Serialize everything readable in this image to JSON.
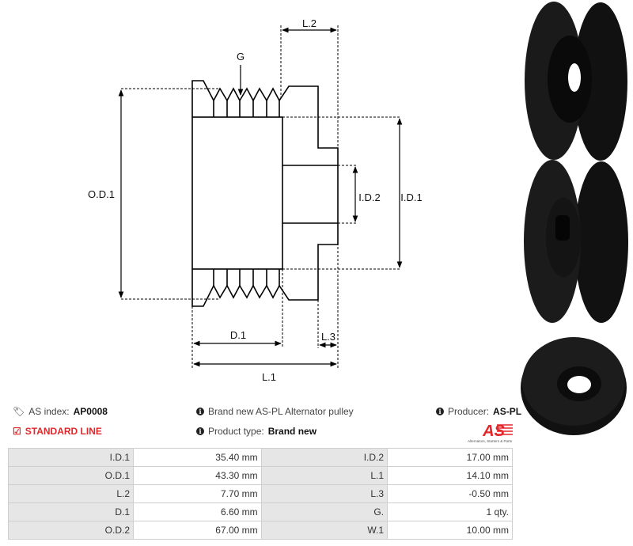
{
  "diagram": {
    "labels": {
      "g": "G",
      "l2": "L.2",
      "od1": "O.D.1",
      "id1": "I.D.1",
      "id2": "I.D.2",
      "d1": "D.1",
      "l3": "L.3",
      "l1": "L.1"
    }
  },
  "info": {
    "as_index_label": "AS index:",
    "as_index_value": "AP0008",
    "line": "STANDARD LINE",
    "description": "Brand new AS-PL Alternator pulley",
    "product_type_label": "Product type:",
    "product_type_value": "Brand new",
    "producer_label": "Producer:",
    "producer_value": "AS-PL",
    "logo_text": "AS",
    "logo_tagline": "Alternators, Starters & Parts"
  },
  "colors": {
    "accent": "#e3262a",
    "label_bg": "#e6e6e6"
  },
  "specs": [
    {
      "l1": "I.D.1",
      "v1": "35.40 mm",
      "l2": "I.D.2",
      "v2": "17.00 mm"
    },
    {
      "l1": "O.D.1",
      "v1": "43.30 mm",
      "l2": "L.1",
      "v2": "14.10 mm"
    },
    {
      "l1": "L.2",
      "v1": "7.70 mm",
      "l2": "L.3",
      "v2": "-0.50 mm"
    },
    {
      "l1": "D.1",
      "v1": "6.60 mm",
      "l2": "G.",
      "v2": "1 qty."
    },
    {
      "l1": "O.D.2",
      "v1": "67.00 mm",
      "l2": "W.1",
      "v2": "10.00 mm"
    }
  ]
}
